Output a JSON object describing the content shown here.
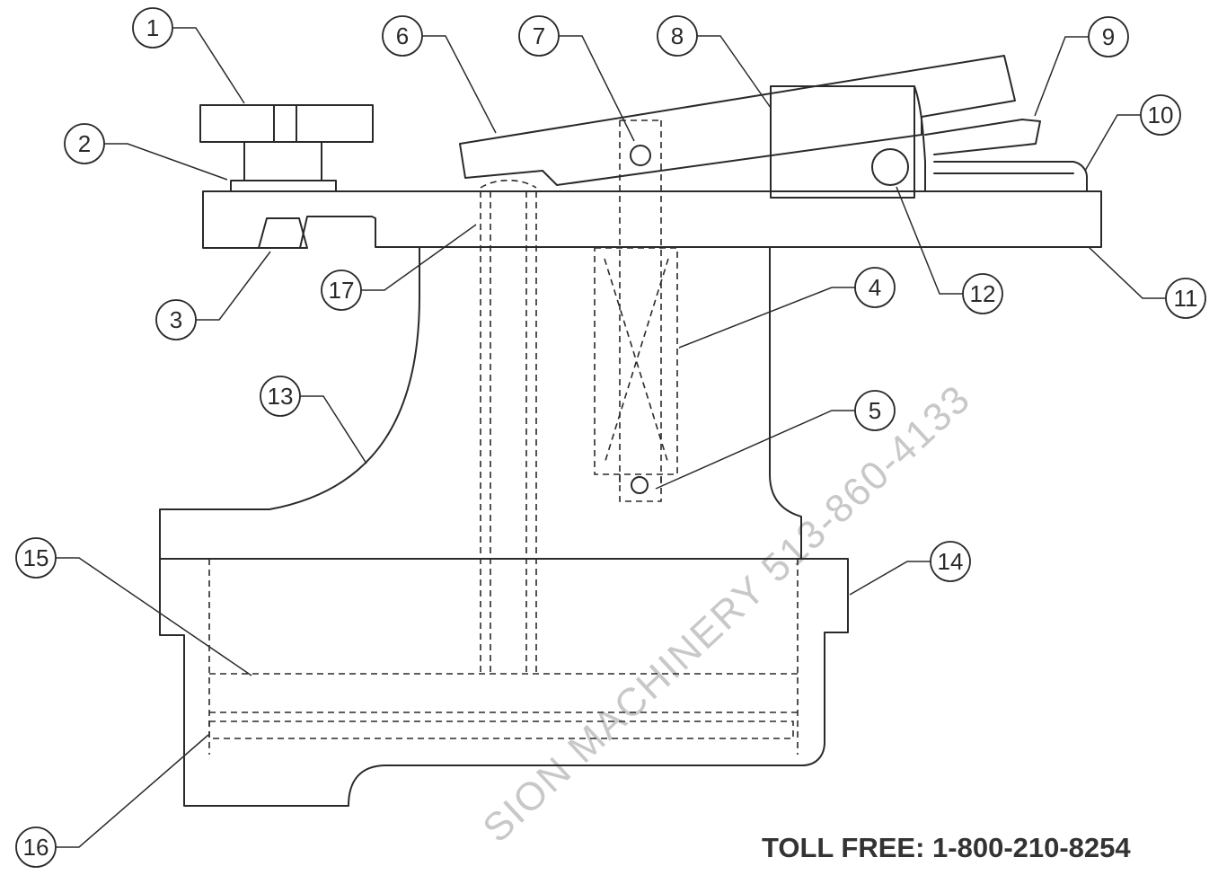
{
  "diagram": {
    "callouts": [
      "1",
      "2",
      "3",
      "4",
      "5",
      "6",
      "7",
      "8",
      "9",
      "10",
      "11",
      "12",
      "13",
      "14",
      "15",
      "16",
      "17"
    ]
  },
  "watermark": "SION MACHINERY 513-860-4133",
  "footer": {
    "toll_free": "TOLL FREE: 1-800-210-8254"
  },
  "colors": {
    "line": "#2a2a2a",
    "watermark": "#c8c8c8"
  }
}
